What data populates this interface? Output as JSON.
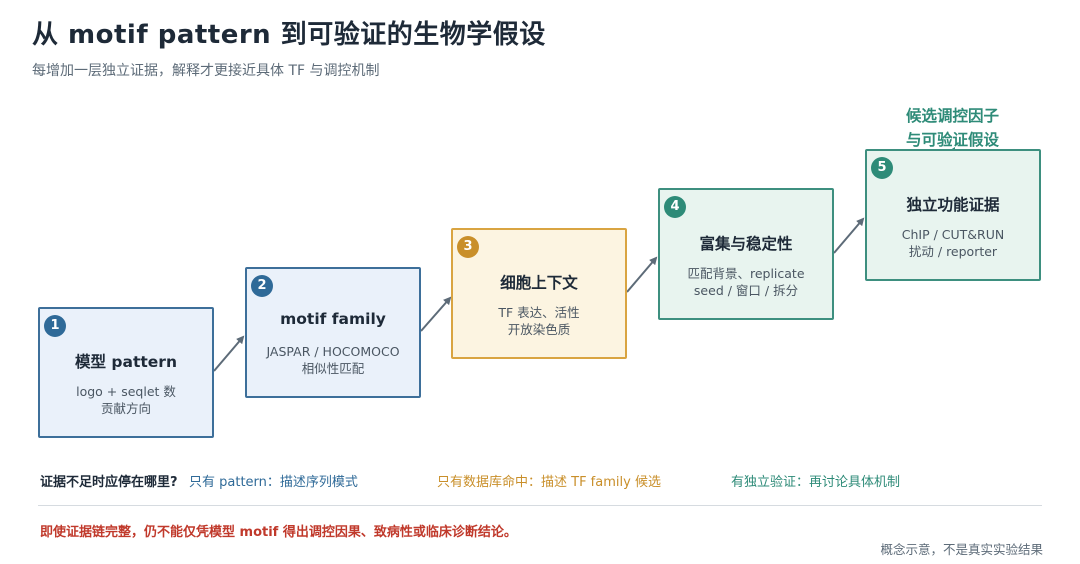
{
  "header": {
    "title": "从 motif pattern 到可验证的生物学假设",
    "subtitle": "每增加一层独立证据，解释才更接近具体 TF 与调控机制"
  },
  "steps": [
    {
      "number": "1",
      "name": "模型 pattern",
      "desc_line1": "logo + seqlet 数",
      "desc_line2": "贡献方向",
      "color": "#3d6f9a"
    },
    {
      "number": "2",
      "name": "motif family",
      "desc_line1": "JASPAR / HOCOMOCO",
      "desc_line2": "相似性匹配",
      "color": "#3d6f9a"
    },
    {
      "number": "3",
      "name": "细胞上下文",
      "desc_line1": "TF 表达、活性",
      "desc_line2": "开放染色质",
      "color": "#d9a441"
    },
    {
      "number": "4",
      "name": "富集与稳定性",
      "desc_line1": "匹配背景、replicate",
      "desc_line2": "seed / 窗口 / 拆分",
      "color": "#3d8f7f"
    },
    {
      "number": "5",
      "name": "独立功能证据",
      "desc_line1": "ChIP / CUT&RUN",
      "desc_line2": "扰动 / reporter",
      "color": "#3d8f7f"
    }
  ],
  "outcome": {
    "line1": "候选调控因子",
    "line2": "与可验证假设"
  },
  "legend": {
    "question": "证据不足时应停在哪里?",
    "items": [
      {
        "text": "只有 pattern：描述序列模式",
        "color": "#2f6a98"
      },
      {
        "text": "只有数据库命中：描述 TF family 候选",
        "color": "#c98f2a"
      },
      {
        "text": "有独立验证：再讨论具体机制",
        "color": "#2e8b78"
      }
    ]
  },
  "warning": "即使证据链完整，仍不能仅凭模型 motif 得出调控因果、致病性或临床诊断结论。",
  "footnote": "概念示意，不是真实实验结果"
}
